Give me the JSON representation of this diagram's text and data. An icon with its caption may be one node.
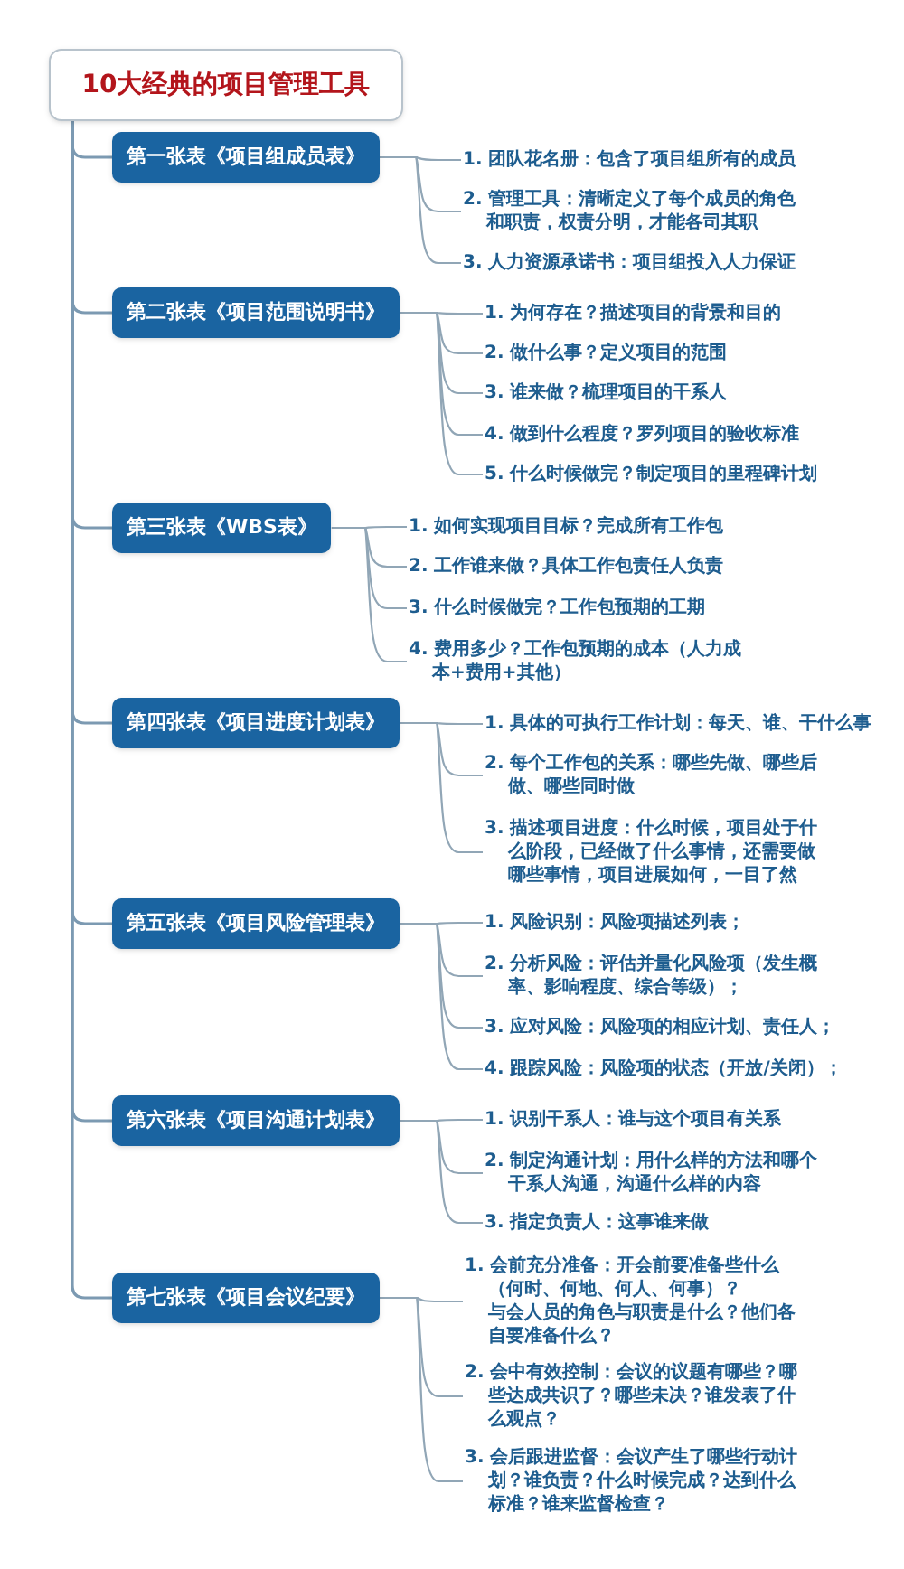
{
  "diagram": {
    "nodes": [
      {
        "text": [
          "10大经典的项目管理工具"
        ]
      },
      {
        "text": [
          "第一张表《项目组成员表》"
        ]
      },
      {
        "text": [
          "1. 团队花名册：包含了项目组所有的成员"
        ]
      },
      {
        "text": [
          "2. 管理工具：清晰定义了每个成员的角色和职责，权责分明，才能各司其职"
        ]
      },
      {
        "text": [
          "3. 人力资源承诺书：项目组投入人力保证"
        ]
      },
      {
        "text": [
          "第二张表《项目范围说明书》"
        ]
      },
      {
        "text": [
          "1. 为何存在？描述项目的背景和目的"
        ]
      },
      {
        "text": [
          "2. 做什么事？定义项目的范围"
        ]
      },
      {
        "text": [
          "3. 谁来做？梳理项目的干系人"
        ]
      },
      {
        "text": [
          "4. 做到什么程度？罗列项目的验收标准"
        ]
      },
      {
        "text": [
          "5. 什么时候做完？制定项目的里程碑计划"
        ]
      },
      {
        "text": [
          "第三张表《WBS表》"
        ]
      },
      {
        "text": [
          "1. 如何实现项目目标？完成所有工作包"
        ]
      },
      {
        "text": [
          "2. 工作谁来做？具体工作包责任人负责"
        ]
      },
      {
        "text": [
          "3. 什么时候做完？工作包预期的工期"
        ]
      },
      {
        "text": [
          "4. 费用多少？工作包预期的成本（人力成本+费用+其他）"
        ]
      },
      {
        "text": [
          "第四张表《项目进度计划表》"
        ]
      },
      {
        "text": [
          "1. 具体的可执行工作计划：每天、谁、干什么事"
        ]
      },
      {
        "text": [
          "2. 每个工作包的关系：哪些先做、哪些后做、哪些同时做"
        ]
      },
      {
        "text": [
          "3. 描述项目进度：什么时候，项目处于什么阶段，已经做了什么事情，还需要做哪些事情，项目进展如何，一目了然"
        ]
      },
      {
        "text": [
          "第五张表《项目风险管理表》"
        ]
      },
      {
        "text": [
          "1. 风险识别：风险项描述列表；"
        ]
      },
      {
        "text": [
          "2. 分析风险：评估并量化风险项（发生概率、影响程度、综合等级）；"
        ]
      },
      {
        "text": [
          "3. 应对风险：风险项的相应计划、责任人；"
        ]
      },
      {
        "text": [
          "4. 跟踪风险：风险项的状态（开放/关闭）；"
        ]
      },
      {
        "text": [
          "第六张表《项目沟通计划表》"
        ]
      },
      {
        "text": [
          "1. 识别干系人：谁与这个项目有关系"
        ]
      },
      {
        "text": [
          "2. 制定沟通计划：用什么样的方法和哪个干系人沟通，沟通什么样的内容"
        ]
      },
      {
        "text": [
          "3. 指定负责人：这事谁来做"
        ]
      },
      {
        "text": [
          "第七张表《项目会议纪要》"
        ]
      },
      {
        "text": [
          "1. 会前充分准备：开会前要准备些什么（何时、何地、何人、何事）？",
          "与会人员的角色与职责是什么？他们各自要准备什么？"
        ]
      },
      {
        "text": [
          "2. 会中有效控制：会议的议题有哪些？哪些达成共识了？哪些未决？谁发表了什么观点？"
        ]
      },
      {
        "text": [
          "3. 会后跟进监督：会议产生了哪些行动计划？谁负责？什么时候完成？达到什么标准？谁来监督检查？"
        ]
      }
    ],
    "edges": [
      {
        "from": 0,
        "to": 1,
        "arrow": "none"
      },
      {
        "from": 0,
        "to": 5,
        "arrow": "none"
      },
      {
        "from": 0,
        "to": 11,
        "arrow": "none"
      },
      {
        "from": 0,
        "to": 16,
        "arrow": "none"
      },
      {
        "from": 0,
        "to": 20,
        "arrow": "none"
      },
      {
        "from": 0,
        "to": 25,
        "arrow": "none"
      },
      {
        "from": 0,
        "to": 29,
        "arrow": "none"
      },
      {
        "from": 1,
        "to": 2,
        "arrow": "none"
      },
      {
        "from": 1,
        "to": 3,
        "arrow": "none"
      },
      {
        "from": 1,
        "to": 4,
        "arrow": "none"
      },
      {
        "from": 5,
        "to": 6,
        "arrow": "none"
      },
      {
        "from": 5,
        "to": 7,
        "arrow": "none"
      },
      {
        "from": 5,
        "to": 8,
        "arrow": "none"
      },
      {
        "from": 5,
        "to": 9,
        "arrow": "none"
      },
      {
        "from": 5,
        "to": 10,
        "arrow": "none"
      },
      {
        "from": 11,
        "to": 12,
        "arrow": "none"
      },
      {
        "from": 11,
        "to": 13,
        "arrow": "none"
      },
      {
        "from": 11,
        "to": 14,
        "arrow": "none"
      },
      {
        "from": 11,
        "to": 15,
        "arrow": "none"
      },
      {
        "from": 16,
        "to": 17,
        "arrow": "none"
      },
      {
        "from": 16,
        "to": 18,
        "arrow": "none"
      },
      {
        "from": 16,
        "to": 19,
        "arrow": "none"
      },
      {
        "from": 20,
        "to": 21,
        "arrow": "none"
      },
      {
        "from": 20,
        "to": 22,
        "arrow": "none"
      },
      {
        "from": 20,
        "to": 23,
        "arrow": "none"
      },
      {
        "from": 20,
        "to": 24,
        "arrow": "none"
      },
      {
        "from": 25,
        "to": 26,
        "arrow": "none"
      },
      {
        "from": 25,
        "to": 27,
        "arrow": "none"
      },
      {
        "from": 25,
        "to": 28,
        "arrow": "none"
      },
      {
        "from": 29,
        "to": 30,
        "arrow": "none"
      },
      {
        "from": 29,
        "to": 31,
        "arrow": "none"
      },
      {
        "from": 29,
        "to": 32,
        "arrow": "none"
      }
    ]
  }
}
